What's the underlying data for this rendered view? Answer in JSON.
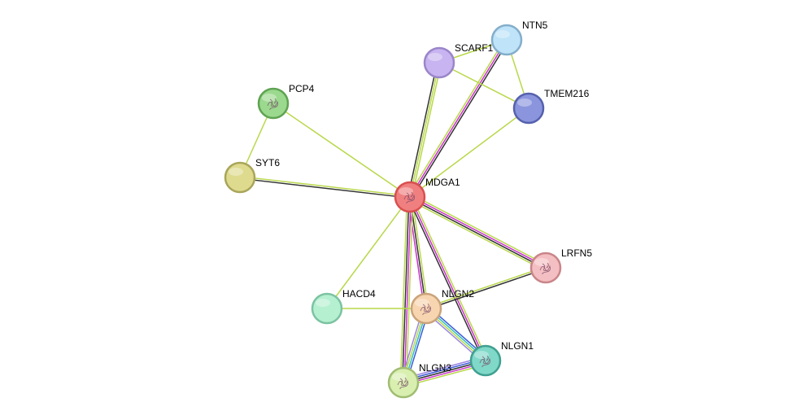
{
  "network": {
    "nodes": [
      {
        "id": "MDGA1",
        "label": "MDGA1",
        "color": "#f08080",
        "stroke": "#d94f4f",
        "structure": true
      },
      {
        "id": "SCARF1",
        "label": "SCARF1",
        "color": "#c8b4f0",
        "stroke": "#9a85c9",
        "structure": false
      },
      {
        "id": "NTN5",
        "label": "NTN5",
        "color": "#bfe3f8",
        "stroke": "#84aecb",
        "structure": false
      },
      {
        "id": "TMEM216",
        "label": "TMEM216",
        "color": "#8a95dd",
        "stroke": "#5561ad",
        "structure": false
      },
      {
        "id": "PCP4",
        "label": "PCP4",
        "color": "#9bd98e",
        "stroke": "#5fa352",
        "structure": true
      },
      {
        "id": "SYT6",
        "label": "SYT6",
        "color": "#dedb8f",
        "stroke": "#a9a55a",
        "structure": false
      },
      {
        "id": "LRFN5",
        "label": "LRFN5",
        "color": "#f4bfc2",
        "stroke": "#c98589",
        "structure": true
      },
      {
        "id": "HACD4",
        "label": "HACD4",
        "color": "#b5f0d1",
        "stroke": "#7cc3a1",
        "structure": false
      },
      {
        "id": "NLGN2",
        "label": "NLGN2",
        "color": "#f7d5b0",
        "stroke": "#c9a37a",
        "structure": true
      },
      {
        "id": "NLGN1",
        "label": "NLGN1",
        "color": "#7fd8c8",
        "stroke": "#3f9f90",
        "structure": true
      },
      {
        "id": "NLGN3",
        "label": "NLGN3",
        "color": "#d8efb0",
        "stroke": "#a0bd72",
        "structure": true
      }
    ],
    "edges": [
      {
        "source": "MDGA1",
        "target": "SCARF1",
        "colors": [
          "#333333",
          "#b8d84a",
          "#b8d84a"
        ]
      },
      {
        "source": "MDGA1",
        "target": "NTN5",
        "colors": [
          "#b8d84a",
          "#cc33cc",
          "#333333"
        ]
      },
      {
        "source": "MDGA1",
        "target": "TMEM216",
        "colors": [
          "#b8d84a"
        ]
      },
      {
        "source": "MDGA1",
        "target": "PCP4",
        "colors": [
          "#b8d84a"
        ]
      },
      {
        "source": "MDGA1",
        "target": "SYT6",
        "colors": [
          "#333333",
          "#b8d84a"
        ]
      },
      {
        "source": "MDGA1",
        "target": "LRFN5",
        "colors": [
          "#b8d84a",
          "#cc33cc",
          "#333333",
          "#b8d84a"
        ]
      },
      {
        "source": "MDGA1",
        "target": "HACD4",
        "colors": [
          "#b8d84a"
        ]
      },
      {
        "source": "MDGA1",
        "target": "NLGN2",
        "colors": [
          "#b8d84a",
          "#333333",
          "#cc33cc"
        ]
      },
      {
        "source": "MDGA1",
        "target": "NLGN1",
        "colors": [
          "#b8d84a",
          "#cc33cc",
          "#333333"
        ]
      },
      {
        "source": "MDGA1",
        "target": "NLGN3",
        "colors": [
          "#b8d84a",
          "#cc33cc",
          "#333333",
          "#b8d84a"
        ]
      },
      {
        "source": "SCARF1",
        "target": "NTN5",
        "colors": [
          "#b8d84a"
        ]
      },
      {
        "source": "SCARF1",
        "target": "TMEM216",
        "colors": [
          "#b8d84a"
        ]
      },
      {
        "source": "NTN5",
        "target": "TMEM216",
        "colors": [
          "#b8d84a"
        ]
      },
      {
        "source": "PCP4",
        "target": "SYT6",
        "colors": [
          "#b8d84a"
        ]
      },
      {
        "source": "HACD4",
        "target": "NLGN2",
        "colors": [
          "#b8d84a"
        ]
      },
      {
        "source": "LRFN5",
        "target": "NLGN2",
        "colors": [
          "#333333",
          "#b8d84a"
        ]
      },
      {
        "source": "NLGN2",
        "target": "NLGN1",
        "colors": [
          "#3a5ad8",
          "#33bbbb",
          "#b8d84a",
          "#9a85e0"
        ]
      },
      {
        "source": "NLGN2",
        "target": "NLGN3",
        "colors": [
          "#3a5ad8",
          "#33bbbb",
          "#b8d84a",
          "#9a85e0"
        ]
      },
      {
        "source": "NLGN1",
        "target": "NLGN3",
        "colors": [
          "#b8d84a",
          "#cc33cc",
          "#333333",
          "#3a5ad8",
          "#9a85e0"
        ]
      }
    ]
  }
}
